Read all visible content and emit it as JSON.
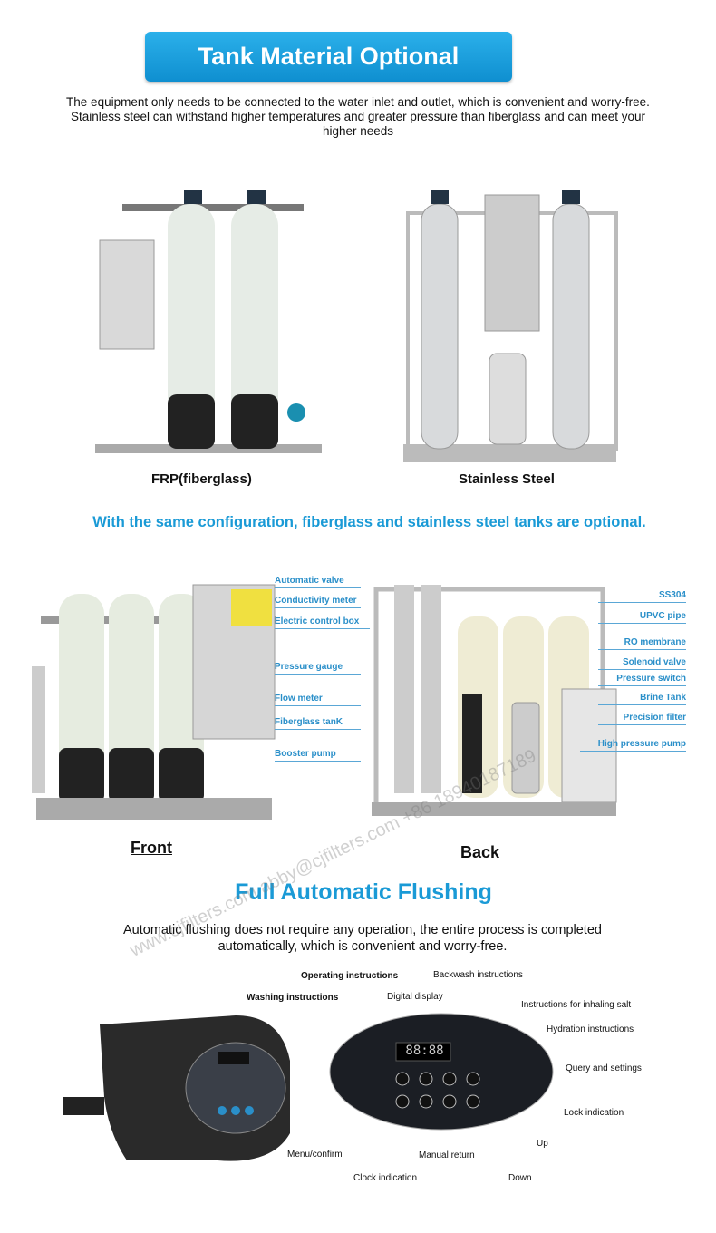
{
  "banner": {
    "title": "Tank Material Optional"
  },
  "intro": "The equipment only needs to be connected to the water inlet and outlet, which is convenient and worry-free. Stainless steel can withstand higher temperatures and greater pressure than fiberglass and can meet your higher needs",
  "materials": [
    {
      "caption": "FRP(fiberglass)"
    },
    {
      "caption": "Stainless Steel"
    }
  ],
  "config_note": "With the same configuration, fiberglass and stainless steel tanks are optional.",
  "front": {
    "caption": "Front",
    "labels": [
      "Automatic valve",
      "Conductivity meter",
      "Electric control box",
      "Pressure gauge",
      "Flow meter",
      "Fiberglass tanK",
      "Booster pump"
    ]
  },
  "back": {
    "caption": "Back",
    "labels": [
      "SS304",
      "UPVC pipe",
      "RO membrane",
      "Solenoid valve",
      "Pressure switch",
      "Brine Tank",
      "Precision filter",
      "High pressure pump"
    ]
  },
  "flushing": {
    "title": "Full Automatic Flushing",
    "text": "Automatic flushing does not require any operation, the entire process is completed automatically, which is convenient and worry-free."
  },
  "controller": {
    "display": "88:88",
    "labels": {
      "operating": "Operating instructions",
      "backwash": "Backwash instructions",
      "washing": "Washing instructions",
      "digital": "Digital display",
      "salt": "Instructions for inhaling salt",
      "hydration": "Hydration instructions",
      "query": "Query and settings",
      "lock": "Lock indication",
      "up": "Up",
      "menu": "Menu/confirm",
      "manual": "Manual return",
      "clock": "Clock indication",
      "down": "Down"
    }
  },
  "watermark": "www.cjfilters.com abby@cjfilters.com +86 18940187189",
  "colors": {
    "accent": "#1a9ad6",
    "label": "#2a8fc9"
  }
}
